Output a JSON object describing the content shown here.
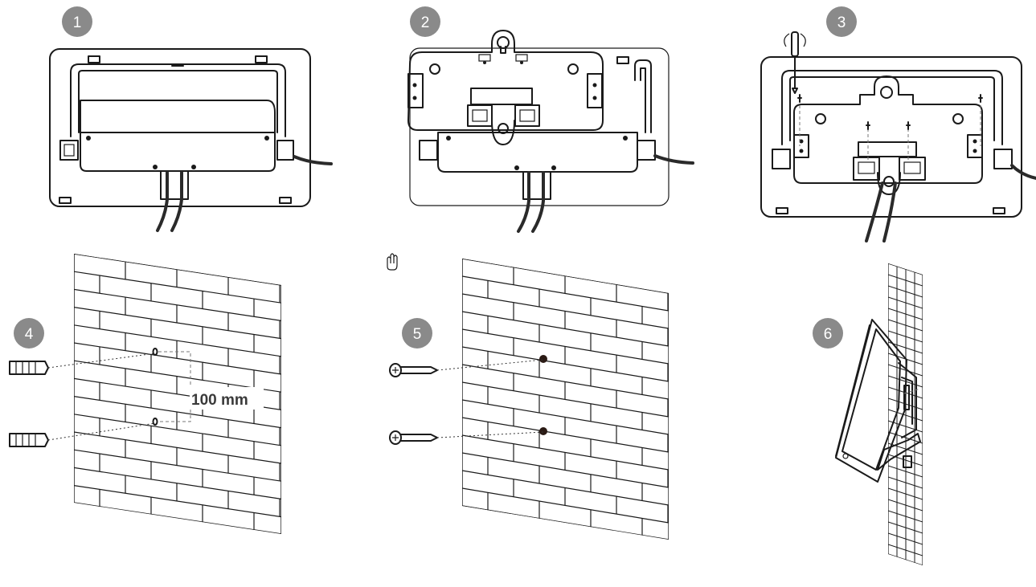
{
  "steps": [
    {
      "number": "1"
    },
    {
      "number": "2"
    },
    {
      "number": "3"
    },
    {
      "number": "4"
    },
    {
      "number": "5"
    },
    {
      "number": "6"
    }
  ],
  "measurement": {
    "label": "100 mm"
  },
  "colors": {
    "badge": "#8a8a8a",
    "line": "#1a1a1a",
    "badge_text": "#ffffff"
  },
  "icons": [
    "hand-cursor-icon",
    "screwdriver-icon",
    "wall-anchor-icon",
    "screw-icon"
  ]
}
